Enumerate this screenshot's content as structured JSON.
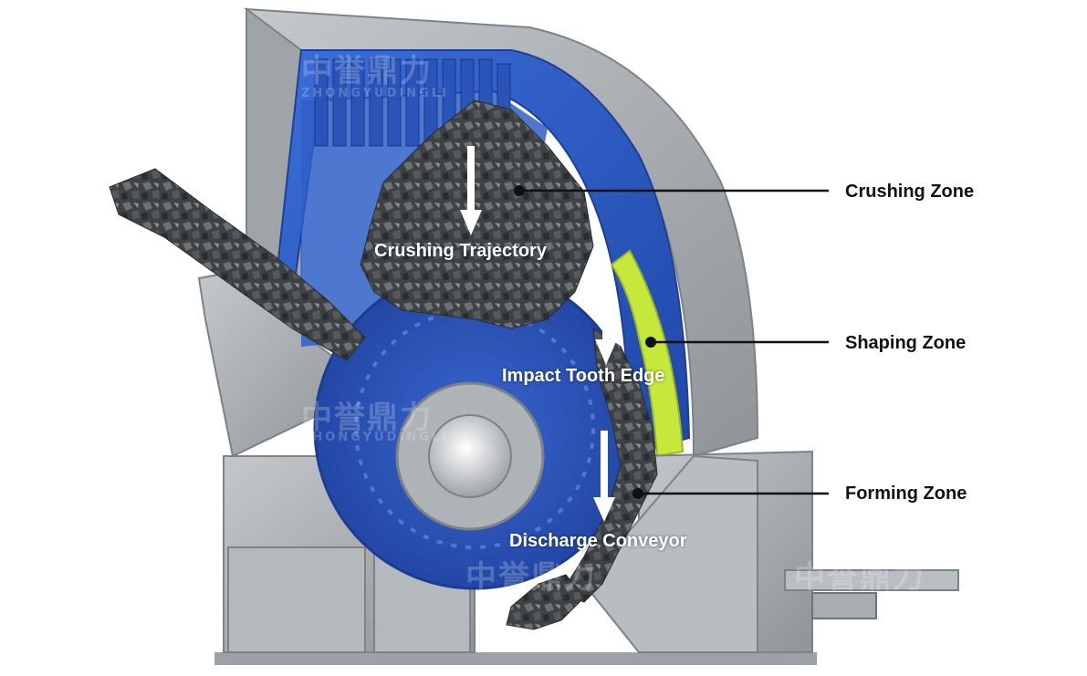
{
  "colors": {
    "frame": "#a9aeb3",
    "frame_dark": "#7d8287",
    "chamber_blue": "#2f5fc7",
    "chamber_blue_dark": "#1f3f94",
    "rotor_blue": "#2d58c0",
    "zone_yellow": "#c6e83a",
    "rock": "#3e4245",
    "callout_line": "#111111",
    "label_text": "#111111",
    "overlay_text": "#ffffff"
  },
  "callouts": [
    {
      "id": "crushing",
      "label": "Crushing Zone"
    },
    {
      "id": "shaping",
      "label": "Shaping Zone"
    },
    {
      "id": "forming",
      "label": "Forming Zone"
    }
  ],
  "overlay_labels": [
    {
      "id": "trajectory",
      "label": "Crushing Trajectory"
    },
    {
      "id": "impact",
      "label": "Impact Tooth Edge"
    },
    {
      "id": "discharge",
      "label": "Discharge Conveyor"
    }
  ],
  "watermark": {
    "chinese": "中誉鼎力",
    "latin": "ZHONGYUDINGLI"
  }
}
